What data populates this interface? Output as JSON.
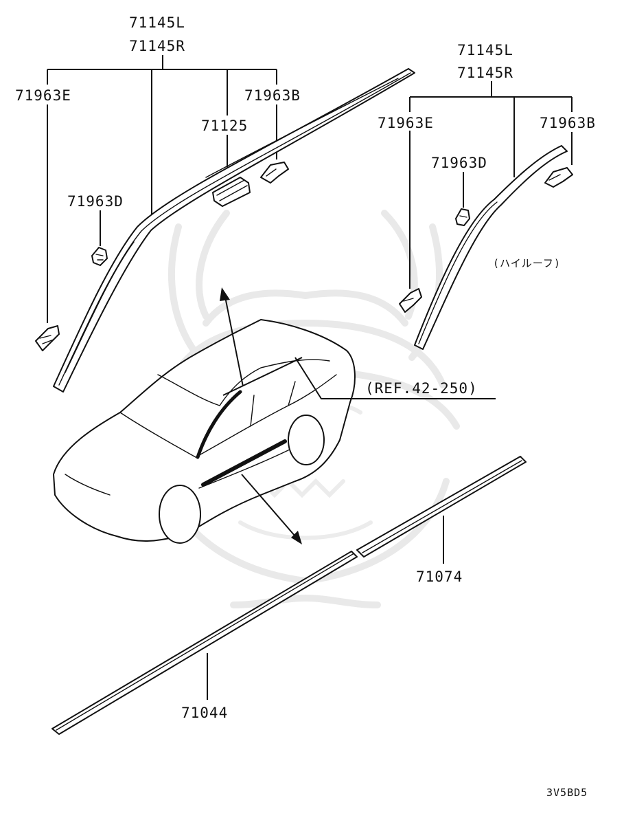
{
  "labels": {
    "l_7145L_left": "71145L",
    "l_7145R_left": "71145R",
    "l_71963E_left": "71963E",
    "l_71963B_left": "71963B",
    "l_71125": "71125",
    "l_71963D_left": "71963D",
    "r_7145L": "71145L",
    "r_7145R": "71145R",
    "r_71963E": "71963E",
    "r_71963B": "71963B",
    "r_71963D": "71963D",
    "r_note": "(ハイルーフ)",
    "ref": "(REF.42-250)",
    "part_71074": "71074",
    "part_71044": "71044",
    "diagram_code": "3V5BD5"
  },
  "colors": {
    "line": "#111111",
    "watermark": "#e9e9e9",
    "background": "#ffffff"
  },
  "icons": {
    "watermark": "mascot-watermark-icon"
  }
}
